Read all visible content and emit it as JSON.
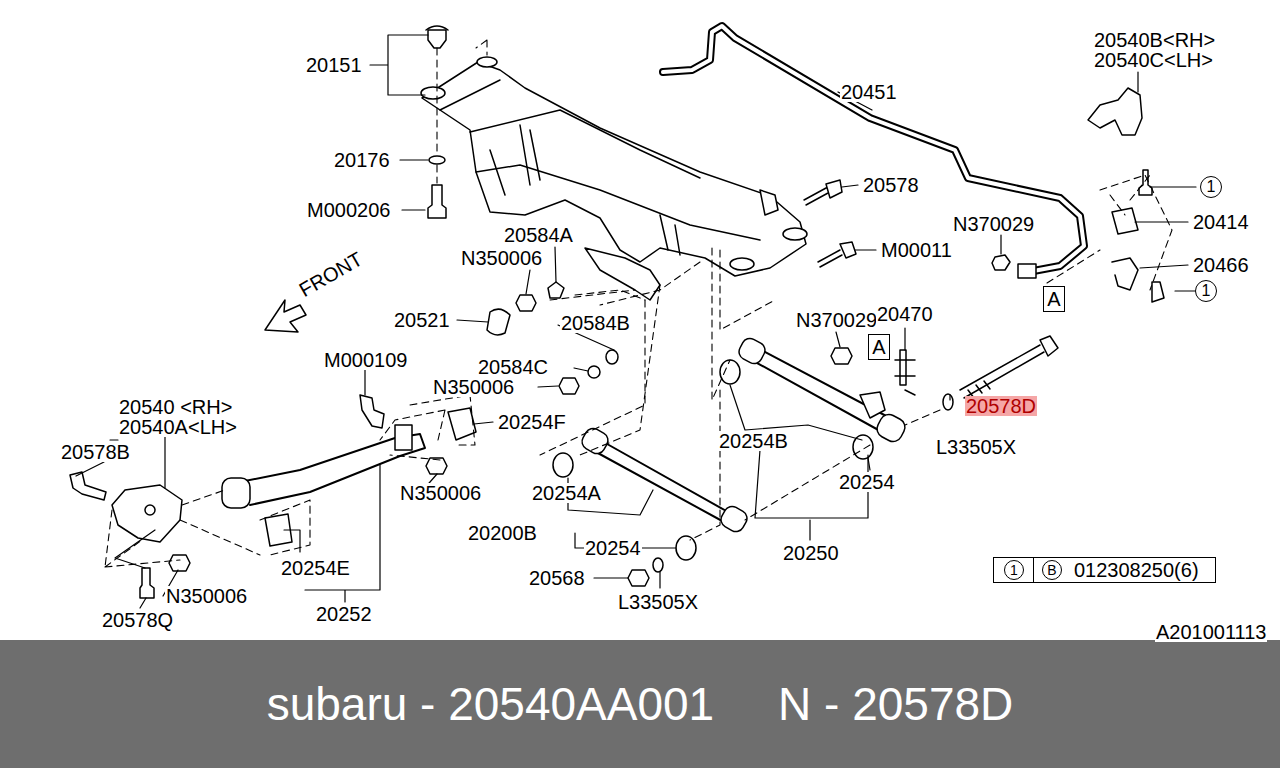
{
  "diagram": {
    "caption": "subaru - 20540AA001     N - 20578D",
    "nodes": [
      {
        "text": [
          "A"
        ]
      },
      {
        "text": [
          "A"
        ]
      },
      {
        "text": [
          "1",
          "B",
          "012308250(6)"
        ]
      }
    ],
    "labels": [
      "20151",
      "20176",
      "M000206",
      "20578",
      "20451",
      "20540B<RH>",
      "20540C<LH>",
      "N370029",
      "20414",
      "20466",
      "20584A",
      "N350006",
      "M00011",
      "FRONT",
      "20521",
      "20584B",
      "N370029",
      "20470",
      "M000109",
      "20584C",
      "N350006",
      "20578D",
      "20540 <RH>",
      "20540A<LH>",
      "20254F",
      "L33505X",
      "20578B",
      "20254B",
      "N350006",
      "20254A",
      "20254",
      "20200B",
      "20254",
      "20250",
      "20254E",
      "20568",
      "N350006",
      "L33505X",
      "20252",
      "20578Q",
      "A201001113",
      "1",
      "1"
    ]
  }
}
